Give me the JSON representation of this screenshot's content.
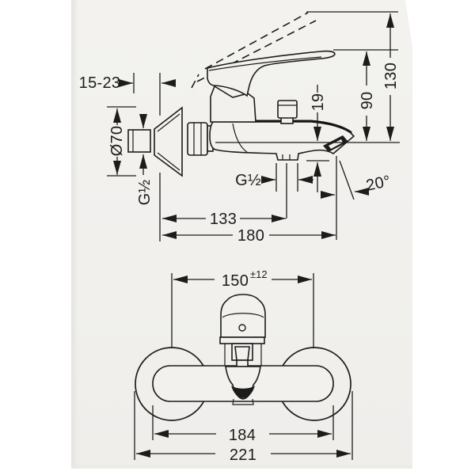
{
  "drawing": {
    "colors": {
      "background": "#ffffff",
      "paper": "#f2f1ee",
      "ink": "#1c1c1b"
    },
    "side_view": {
      "wall_distance_range": "15-23",
      "escutcheon_diameter": "Ø70",
      "inlet_thread": "G½",
      "outlet_drop": "19",
      "handle_height": "90",
      "handle_raised_height": "130",
      "shower_outlet_thread": "G½",
      "outlet_angle": "20°",
      "wall_to_shower_outlet": "133",
      "wall_to_spout_tip": "180"
    },
    "front_view": {
      "connection_centers": "150",
      "connection_centers_tolerance": "±12",
      "body_width": "184",
      "overall_width": "221"
    }
  }
}
